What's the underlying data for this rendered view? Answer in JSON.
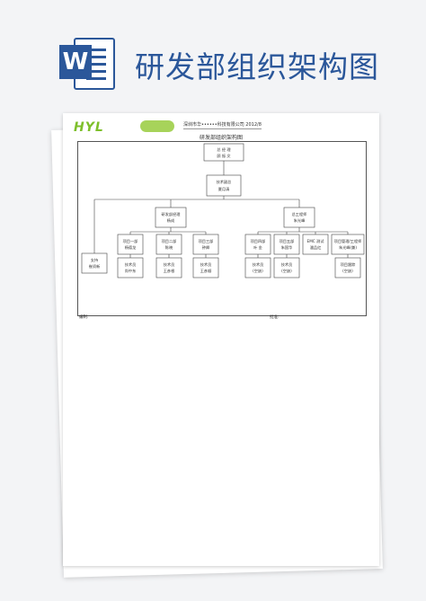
{
  "header": {
    "word_icon_letter": "W",
    "title": "研发部组织架构图",
    "brand_color": "#2b579a"
  },
  "document": {
    "logo_text": "HYL",
    "logo_color": "#7dbf2a",
    "company": "深圳市华••••••科技有限公司 2012/8",
    "title": "研发部组织架构图",
    "footer_left": "编制:",
    "footer_right": "批准:"
  },
  "org": {
    "root": [
      "总 经 理",
      "顾 振 文"
    ],
    "director": [
      "技术副总",
      "夏月清"
    ],
    "rd_manager": [
      "研发部经理",
      "杨成"
    ],
    "chief_engineer": [
      "总工程师",
      "朱光峰"
    ],
    "sales": [
      "支持",
      "崔须新"
    ],
    "pm1": [
      "项目一部",
      "杨德龙"
    ],
    "pm2": [
      "项目二部",
      "陈晓"
    ],
    "pm3": [
      "项目三部",
      "钟卿"
    ],
    "tech1": [
      "技术员",
      "尚中东"
    ],
    "tech2": [
      "技术员",
      "王彦根"
    ],
    "tech3": [
      "技术员",
      "王彦顺"
    ],
    "ce1": [
      "项目四部",
      "叶 金"
    ],
    "ce2": [
      "项目五部",
      "朱国华"
    ],
    "ce3": [
      "EMC 测试",
      "潘品红"
    ],
    "ce4": [
      "项目管理/工程师",
      "朱光峰(兼)"
    ],
    "ce1_staff": [
      "技术员",
      "(空缺)"
    ],
    "ce2_staff": [
      "技术员",
      "(空缺)"
    ],
    "ce4_staff": [
      "项目跟踪",
      "(空缺)"
    ]
  }
}
